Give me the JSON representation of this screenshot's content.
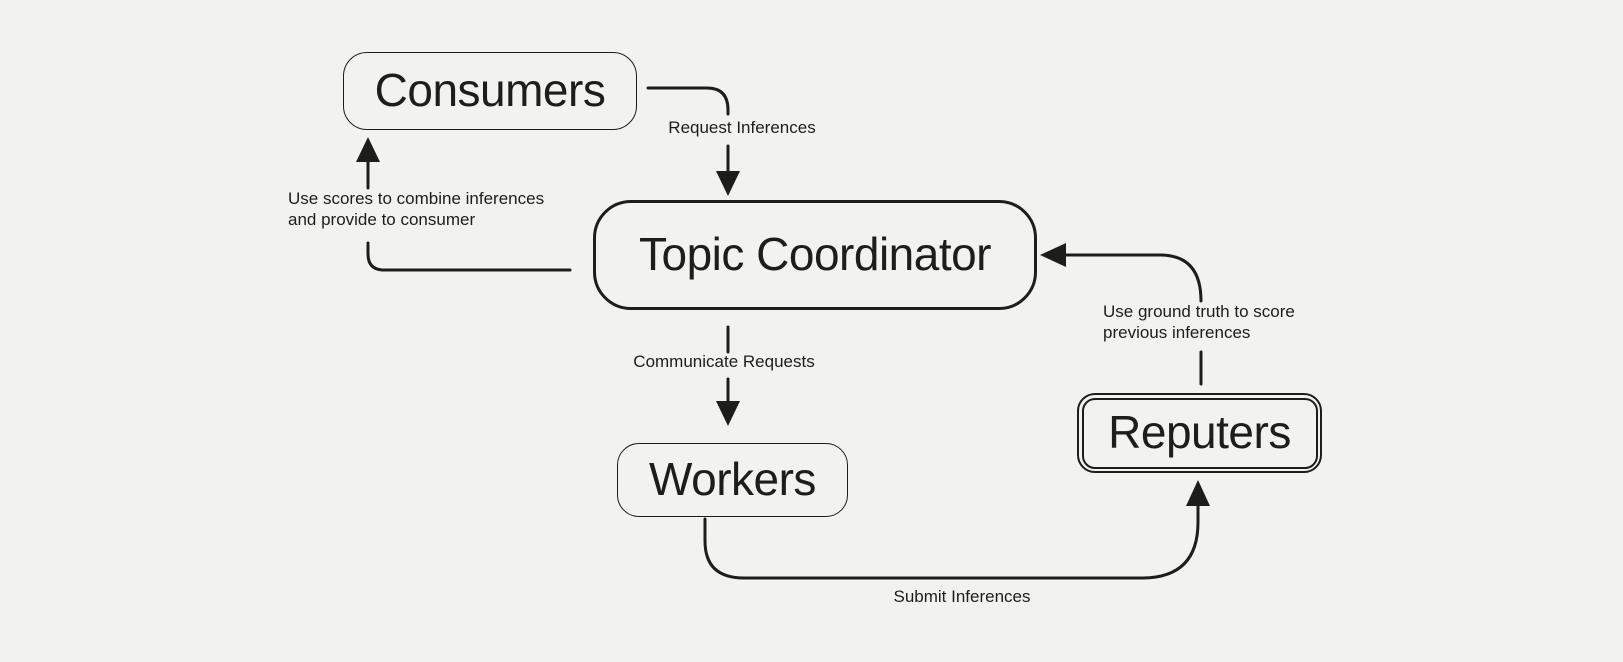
{
  "diagram": {
    "background_color": "#f2f2f0",
    "line_color": "#1d1d1b",
    "nodes": {
      "consumers": {
        "label": "Consumers"
      },
      "topic_coordinator": {
        "label": "Topic Coordinator"
      },
      "workers": {
        "label": "Workers"
      },
      "reputers": {
        "label": "Reputers"
      }
    },
    "edges": {
      "request_inferences": {
        "label": "Request Inferences",
        "from": "consumers",
        "to": "topic_coordinator"
      },
      "use_scores": {
        "lines": [
          "Use scores to combine inferences",
          "and provide to consumer"
        ],
        "from": "topic_coordinator",
        "to": "consumers"
      },
      "communicate_requests": {
        "label": "Communicate Requests",
        "from": "topic_coordinator",
        "to": "workers"
      },
      "use_ground_truth": {
        "lines": [
          "Use ground truth to score",
          "previous inferences"
        ],
        "from": "reputers",
        "to": "topic_coordinator"
      },
      "submit_inferences": {
        "label": "Submit Inferences",
        "from": "workers",
        "to": "reputers"
      }
    }
  }
}
